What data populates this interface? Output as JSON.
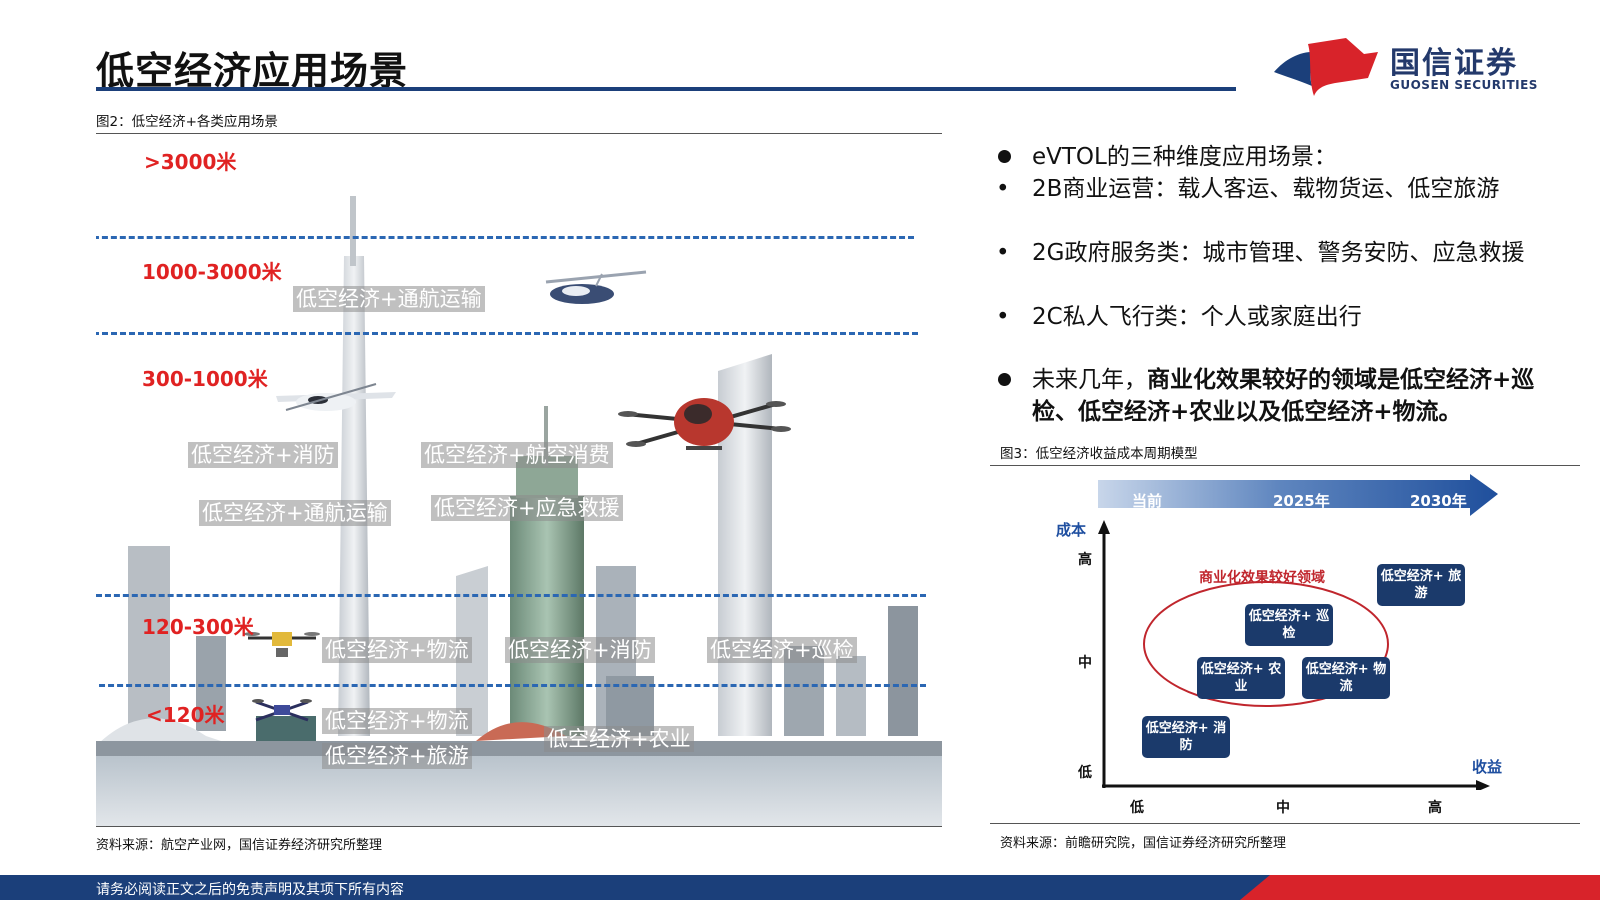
{
  "header": {
    "title": "低空经济应用场景",
    "logo_cn": "国信证券",
    "logo_en": "GUOSEN SECURITIES"
  },
  "figure2": {
    "caption": "图2：低空经济+各类应用场景",
    "altitudes": [
      ">3000米",
      "1000-3000米",
      "300-1000米",
      "120-300米",
      "<120米"
    ],
    "labels": {
      "aviation_1": "低空经济+通航运输",
      "fire_1": "低空经济+消防",
      "aviation_consume": "低空经济+航空消费",
      "aviation_2": "低空经济+通航运输",
      "rescue": "低空经济+应急救援",
      "logistics_1": "低空经济+物流",
      "fire_2": "低空经济+消防",
      "patrol": "低空经济+巡检",
      "logistics_2": "低空经济+物流",
      "agriculture": "低空经济+农业",
      "tourism": "低空经济+旅游"
    },
    "source": "资料来源：航空产业网，国信证券经济研究所整理"
  },
  "bullets": {
    "b1_title": "eVTOL的三种维度应用场景：",
    "b1_items": [
      "2B商业运营：载人客运、载物货运、低空旅游",
      "2G政府服务类：城市管理、警务安防、应急救援",
      "2C私人飞行类：个人或家庭出行"
    ],
    "b2_plain": "未来几年，",
    "b2_bold": "商业化效果较好的领域是低空经济+巡检、低空经济+农业以及低空经济+物流。"
  },
  "figure3": {
    "caption": "图3：低空经济收益成本周期模型",
    "timeline": [
      "当前",
      "2025年",
      "2030年"
    ],
    "y_axis_name": "成本",
    "x_axis_name": "收益",
    "y_ticks": [
      "高",
      "中",
      "低"
    ],
    "x_ticks": [
      "低",
      "中",
      "高"
    ],
    "ellipse_title": "商业化效果较好领域",
    "boxes": {
      "tourism": "低空经济+ 旅游",
      "patrol": "低空经济+ 巡检",
      "agriculture": "低空经济+ 农业",
      "logistics": "低空经济+ 物流",
      "fire": "低空经济+ 消防"
    },
    "source": "资料来源：前瞻研究院，国信证券经济研究所整理"
  },
  "footer": {
    "disclaimer": "请务必阅读正文之后的免责声明及其项下所有内容"
  },
  "colors": {
    "brand_navy": "#1b3f7a",
    "brand_red": "#d8232a",
    "altitude_red": "#e02222",
    "dash_blue": "#2b67b3",
    "box_navy": "#1b3a6b"
  }
}
